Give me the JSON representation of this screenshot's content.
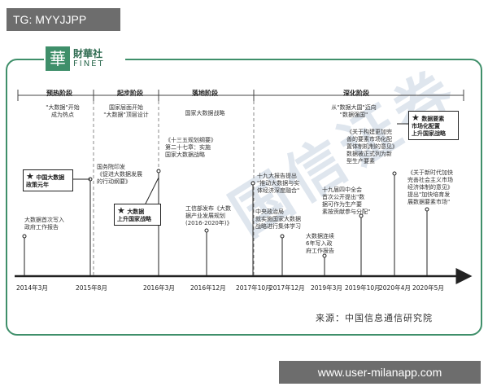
{
  "tags": {
    "top": "TG: MYYJJPP",
    "bottom": "www.user-milanapp.com"
  },
  "logo": {
    "mark": "華",
    "cn": "財華社",
    "en": "FINET"
  },
  "stages": [
    "预热阶段",
    "起步阶段",
    "落地阶段",
    "深化阶段"
  ],
  "stage_descriptions": {
    "warmup": "\"大数据\"开始\n成为热点",
    "start": "国家层面开始\n\"大数据\"顶层设计",
    "landing": "国家大数据战略",
    "deepen": "从\"数据大国\"迈向\n\"数据强国\""
  },
  "dates": [
    "2014年3月",
    "2015年8月",
    "2016年3月",
    "2016年12月",
    "2017年10月",
    "2017年12月",
    "2019年3月",
    "2019年10月",
    "2020年4月",
    "2020年5月"
  ],
  "events": {
    "e2014_box": "中国大数据\n政策元年",
    "e2014_text": "大数据首次写入\n政府工作报告",
    "e2015_text": "国务院印发\n《促进大数据发展\n的行动纲要》",
    "e2016_box": "大数据\n上升国家战略",
    "e2016_top": "《十三五规划纲要》\n第二十七章：实施\n国家大数据战略",
    "e2016_12": "工信部发布《大数\n据产业发展规划\n(2016-2020年)》",
    "e2017_10": "十九大报告提出\n\"推动大数据与实\n体经济深度融合\"",
    "e2017_12": "中央政治局\n就实施国家大数据\n战略进行集体学习",
    "e2019_3": "大数据连续\n6年写入政\n府工作报告",
    "e2019_10": "十九届四中全会\n首次公开提出\"数\n据可作为生产要\n素按贡献参与分配\"",
    "e2020_4": "《关于构建更加完\n善的要素市场化配\n置体制机制的意见》\n数据被正式列为新\n型生产要素",
    "e2020_4_box": "数据要素\n市场化配置\n上升国家战略",
    "e2020_5": "《关于新时代加快\n完善社会主义市场\n经济体制的意见》\n提出\"加快培育发\n展数据要素市场\""
  },
  "source": "来源：中国信息通信研究院",
  "watermark": "国信证券",
  "colors": {
    "frame": "#3f8f6a",
    "tag": "#6d6d6d",
    "watermark": "#dfe6ee"
  }
}
